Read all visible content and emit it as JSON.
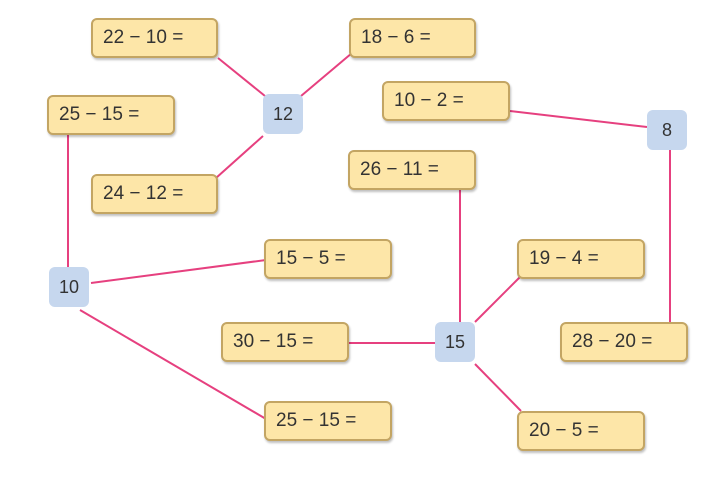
{
  "results": {
    "r12": "12",
    "r8": "8",
    "r10": "10",
    "r15": "15"
  },
  "expressions": {
    "e_22_10": "22 − 10 =",
    "e_18_6": "18 − 6 =",
    "e_24_12": "24 − 12 =",
    "e_10_2": "10 − 2 =",
    "e_28_20": "28 − 20 =",
    "e_25_15_a": "25 − 15 =",
    "e_15_5": "15 − 5 =",
    "e_25_15_b": "25 − 15 =",
    "e_26_11": "26 − 11 =",
    "e_19_4": "19 − 4 =",
    "e_30_15": "30 − 15 =",
    "e_20_5": "20 − 5 ="
  },
  "colors": {
    "connector": "#e6407f",
    "expression_fill": "#fde6a8",
    "expression_border": "#c3a563",
    "result_fill": "#c6d7ee"
  }
}
